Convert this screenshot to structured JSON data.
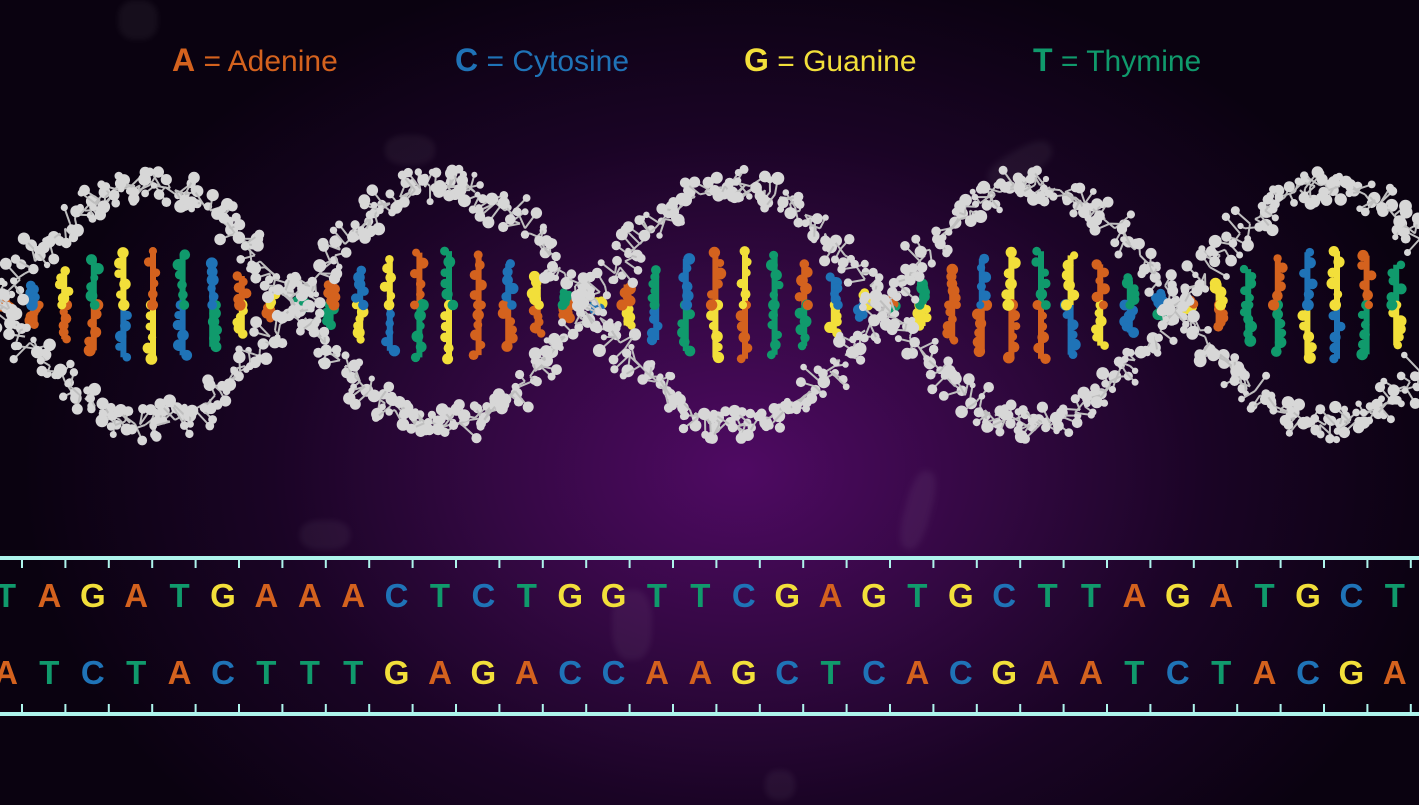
{
  "colors": {
    "A": "#d4621e",
    "C": "#1f73b7",
    "G": "#f2df3a",
    "T": "#109a6c",
    "backbone": "#d7d7d7",
    "strip_border": "#aef4ec"
  },
  "legend": [
    {
      "letter": "A",
      "eq": " = ",
      "name": "Adenine"
    },
    {
      "letter": "C",
      "eq": " = ",
      "name": "Cytosine"
    },
    {
      "letter": "G",
      "eq": " = ",
      "name": "Guanine"
    },
    {
      "letter": "T",
      "eq": " = ",
      "name": "Thymine"
    }
  ],
  "sequence": {
    "top": [
      "T",
      "A",
      "G",
      "A",
      "T",
      "G",
      "A",
      "A",
      "A",
      "C",
      "T",
      "C",
      "T",
      "G",
      "G",
      "T",
      "T",
      "C",
      "G",
      "A",
      "G",
      "T",
      "G",
      "C",
      "T",
      "T",
      "A",
      "G",
      "A",
      "T",
      "G",
      "C",
      "T"
    ],
    "bottom": [
      "A",
      "T",
      "C",
      "T",
      "A",
      "C",
      "T",
      "T",
      "T",
      "G",
      "A",
      "G",
      "A",
      "C",
      "C",
      "A",
      "A",
      "G",
      "C",
      "T",
      "C",
      "A",
      "C",
      "G",
      "A",
      "A",
      "T",
      "C",
      "T",
      "A",
      "C",
      "G",
      "A"
    ]
  },
  "icons": {
    "helix": "dna-double-helix-icon"
  }
}
